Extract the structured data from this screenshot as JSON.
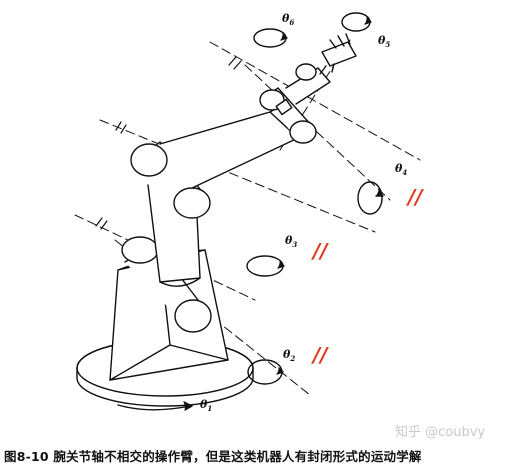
{
  "figure": {
    "caption": "图8-10   腕关节轴不相交的操作臂，但是这类机器人有封闭形式的运动学解",
    "watermark": "知乎 @coubvy",
    "joint_labels": [
      {
        "id": "theta1",
        "symbol": "θ",
        "sub": "1"
      },
      {
        "id": "theta2",
        "symbol": "θ",
        "sub": "2"
      },
      {
        "id": "theta3",
        "symbol": "θ",
        "sub": "3"
      },
      {
        "id": "theta4",
        "symbol": "θ",
        "sub": "4"
      },
      {
        "id": "theta5",
        "symbol": "θ",
        "sub": "5"
      },
      {
        "id": "theta6",
        "symbol": "θ",
        "sub": "6"
      }
    ],
    "parallel_marks": [
      {
        "id": "mark-axis2",
        "text": "//"
      },
      {
        "id": "mark-axis3",
        "text": "//"
      },
      {
        "id": "mark-axis4",
        "text": "//"
      }
    ],
    "colors": {
      "ink": "#111111",
      "annotation": "#e23a1f",
      "watermark": "#c9c9c9"
    }
  }
}
